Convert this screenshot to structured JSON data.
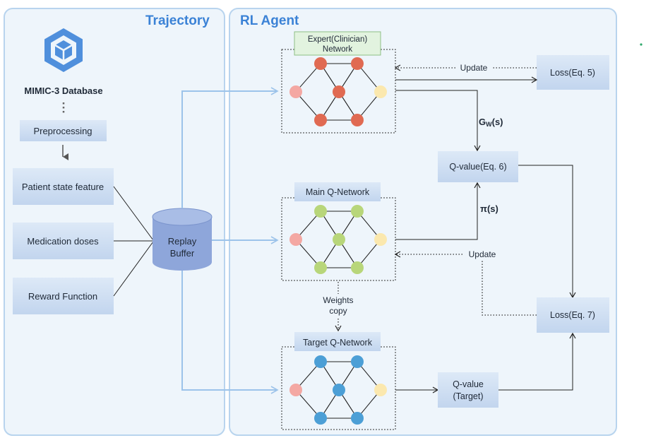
{
  "colors": {
    "panel_fill": "#eef5fb",
    "panel_stroke": "#b8d4ee",
    "box_fill_top": "#dbe8f7",
    "box_fill_bottom": "#c3d6ee",
    "accent": "#3b82d6",
    "arrow_blue": "#9cc3ea",
    "expert_node": "#e06a52",
    "main_node": "#b8d67a",
    "target_node": "#4c9fd6",
    "input_node": "#f4a8a3",
    "output_node": "#fbe8ae",
    "cylinder": "#8ea6da",
    "expert_label_fill": "#e2f3df"
  },
  "trajectory": {
    "title": "Trajectory",
    "logo_icon": "cube-logo-icon",
    "database_label": "MIMIC-3 Database",
    "preprocessing_label": "Preprocessing",
    "features": [
      "Patient state feature",
      "Medication doses",
      "Reward Function"
    ]
  },
  "replay_buffer": {
    "line1": "Replay",
    "line2": "Buffer"
  },
  "rl_agent": {
    "title": "RL Agent",
    "expert_network": {
      "line1": "Expert(Clinician)",
      "line2": "Network"
    },
    "main_network": "Main Q-Network",
    "target_network": "Target Q-Network",
    "loss5": "Loss(Eq. 5)",
    "loss7": "Loss(Eq. 7)",
    "qvalue6": "Q-value(Eq. 6)",
    "qvalue_target": {
      "line1": "Q-value",
      "line2": "(Target)"
    },
    "update_top": "Update",
    "update_bottom": "Update",
    "gw_main": "G",
    "gw_sub": "W",
    "gw_suffix": "(s)",
    "pi_label": "π(s)",
    "weights_copy": {
      "line1": "Weights",
      "line2": "copy"
    }
  }
}
